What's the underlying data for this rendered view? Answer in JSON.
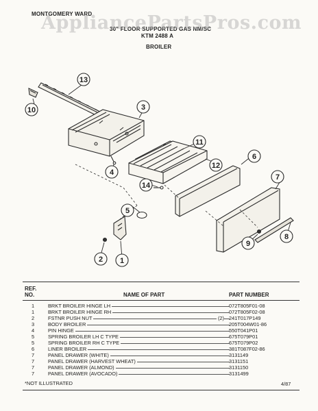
{
  "header": {
    "brand": "MONTGOMERY WARD",
    "line1": "30\" FLOOR SUPPORTED GAS NM/SC",
    "line2": "KTM 2488 A",
    "section": "BROILER"
  },
  "watermark": "AppliancePartsPros.com",
  "diagram": {
    "callouts": [
      "1",
      "2",
      "3",
      "4",
      "5",
      "6",
      "7",
      "8",
      "9",
      "10",
      "11",
      "12",
      "13",
      "14"
    ]
  },
  "table": {
    "ref_header": "REF.\nNO.",
    "name_header": "NAME OF PART",
    "pn_header": "PART NUMBER",
    "rows": [
      {
        "ref": "1",
        "name": "BRKT BROILER HINGE LH",
        "qty": "",
        "pn": "072T805F01-08"
      },
      {
        "ref": "1",
        "name": "BRKT BROILER HINGE RH",
        "qty": "",
        "pn": "072T805F02-08"
      },
      {
        "ref": "2",
        "name": "FSTNR PUSH NUT",
        "qty": "(2)",
        "pn": "241T017P149"
      },
      {
        "ref": "3",
        "name": "BODY BROILER",
        "qty": "",
        "pn": "205T004W01-86"
      },
      {
        "ref": "4",
        "name": "PIN HINGE",
        "qty": "",
        "pn": "550T041P01"
      },
      {
        "ref": "5",
        "name": "SPRING BROILER LH C TYPE",
        "qty": "",
        "pn": "675T079P01"
      },
      {
        "ref": "5",
        "name": "SPRING BROILER RH C TYPE",
        "qty": "",
        "pn": "675T079P02"
      },
      {
        "ref": "6",
        "name": "LINER BROILER",
        "qty": "",
        "pn": "381T087F02-86"
      },
      {
        "ref": "7",
        "name": "PANEL DRAWER (WHITE)",
        "qty": "",
        "pn": "3131149"
      },
      {
        "ref": "7",
        "name": "PANEL DRAWER (HARVEST WHEAT)",
        "qty": "",
        "pn": "3131151"
      },
      {
        "ref": "7",
        "name": "PANEL DRAWER (ALMOND)",
        "qty": "",
        "pn": "3131150"
      },
      {
        "ref": "7",
        "name": "PANEL DRAWER (AVOCADO)",
        "qty": "",
        "pn": "3131499"
      }
    ]
  },
  "footer": {
    "note": "*NOT ILLUSTRATED",
    "date": "4/87"
  }
}
